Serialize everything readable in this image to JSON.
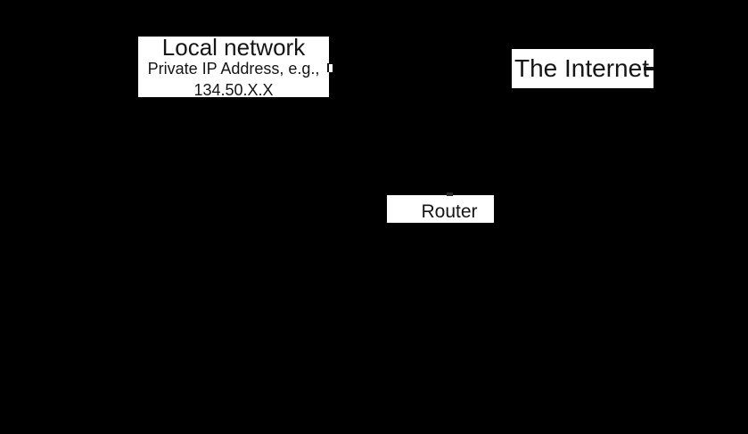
{
  "background_color": "#000000",
  "colors": {
    "label_background": "#ffffff",
    "label_text": "#151515"
  },
  "diagram": {
    "local_network": {
      "title": "Local network",
      "subtitle_line1": "Private IP Address, e.g.,",
      "subtitle_line2": "134.50.X.X"
    },
    "internet": {
      "label": "The Internet"
    },
    "router": {
      "label": "Router"
    }
  }
}
